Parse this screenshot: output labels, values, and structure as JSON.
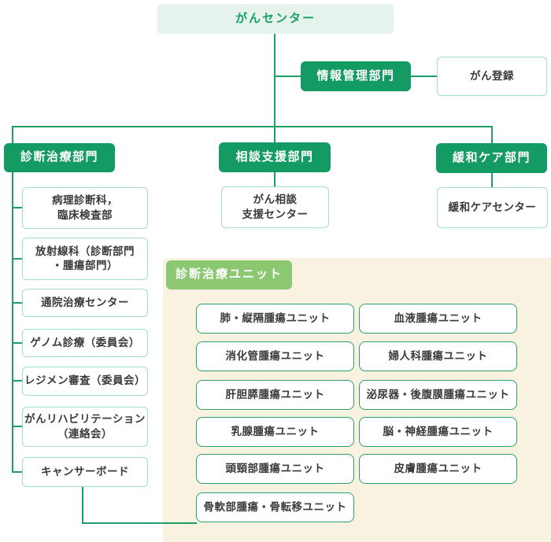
{
  "org": {
    "root_label": "がんセンター",
    "info_dept_label": "情報管理部門",
    "cancer_registry_label": "がん登録",
    "departments": {
      "diagnosis_label": "診断治療部門",
      "consultation_label": "相談支援部門",
      "palliative_label": "緩和ケア部門"
    },
    "consultation_child": "がん相談\n支援センター",
    "palliative_child": "緩和ケアセンター",
    "diagnosis_children": [
      "病理診断科，\n臨床検査部",
      "放射線科（診断部門\n・腫瘍部門）",
      "通院治療センター",
      "ゲノム診療（委員会）",
      "レジメン審査（委員会）",
      "がんリハビリテーション\n（連絡会）",
      "キャンサーボード"
    ],
    "unit_panel": {
      "label": "診断治療ユニット",
      "left_units": [
        "肺・縦隔腫瘍ユニット",
        "消化管腫瘍ユニット",
        "肝胆膵腫瘍ユニット",
        "乳腺腫瘍ユニット",
        "頭頸部腫瘍ユニット",
        "骨軟部腫瘍・骨転移ユニット"
      ],
      "right_units": [
        "血液腫瘍ユニット",
        "婦人科腫瘍ユニット",
        "泌尿器・後腹膜腫瘍ユニット",
        "脳・神経腫瘍ユニット",
        "皮膚腫瘍ユニット"
      ]
    }
  },
  "colors": {
    "dark_green_box": "#149a63",
    "light_green_label": "#8cc872",
    "mint_box_bg": "#e6f3ec",
    "mint_box_text": "#18a066",
    "pale_box_border": "#a8dcc4",
    "unit_box_border": "#2aa16c",
    "connector_line": "#1f9d68",
    "panel_bg": "#f9f2e1",
    "box_text": "#3a3a3a"
  }
}
